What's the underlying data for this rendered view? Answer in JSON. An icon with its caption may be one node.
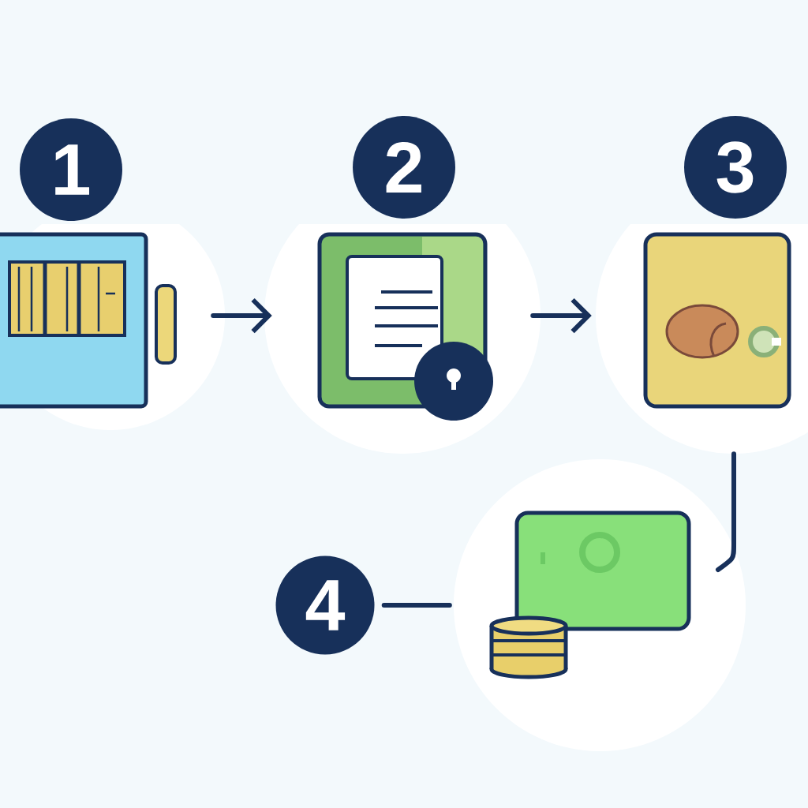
{
  "diagram": {
    "nodes": [
      {
        "text": [
          "1"
        ]
      },
      {
        "text": [],
        "shape": "picture"
      },
      {
        "text": [
          "2"
        ]
      },
      {
        "text": [],
        "shape": "picture"
      },
      {
        "text": [
          "3"
        ]
      },
      {
        "text": [],
        "shape": "picture"
      },
      {
        "text": [
          "4"
        ]
      },
      {
        "text": [],
        "shape": "picture"
      }
    ],
    "edges": [
      {
        "from": 1,
        "to": 3,
        "arrow": "to"
      },
      {
        "from": 3,
        "to": 5,
        "arrow": "to"
      },
      {
        "from": 5,
        "to": 7,
        "arrow": "none"
      },
      {
        "from": 6,
        "to": 7,
        "arrow": "none"
      }
    ]
  }
}
